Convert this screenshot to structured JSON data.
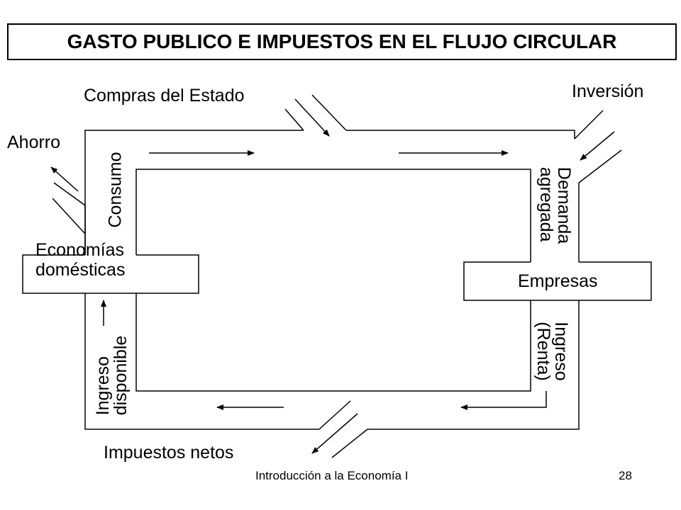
{
  "title": "GASTO PUBLICO E IMPUESTOS EN EL FLUJO CIRCULAR",
  "labels": {
    "compras": "Compras del Estado",
    "inversion": "Inversión",
    "ahorro": "Ahorro",
    "impuestos": "Impuestos netos",
    "consumo": "Consumo",
    "demanda_line1": "Demanda",
    "demanda_line2": "agregada",
    "ingreso_renta_line1": "Ingreso",
    "ingreso_renta_line2": "(Renta)",
    "ingreso_disp_line1": "Ingreso",
    "ingreso_disp_line2": "disponible"
  },
  "boxes": {
    "households_line1": "Economías",
    "households_line2": "domésticas",
    "firms": "Empresas"
  },
  "footer": {
    "course": "Introducción a la Economía I",
    "page": "28"
  }
}
